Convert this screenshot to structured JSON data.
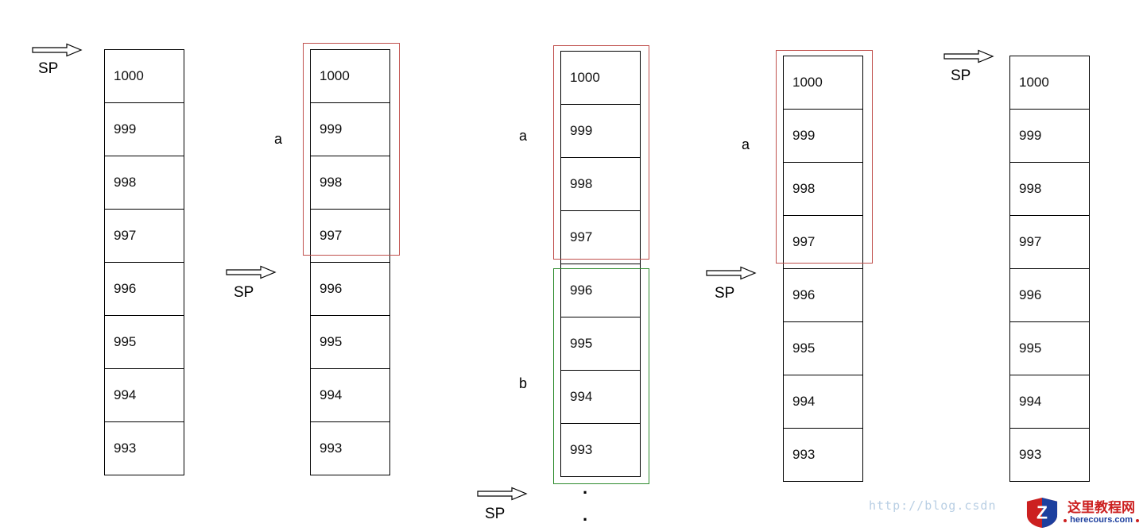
{
  "sp_label": "SP",
  "region_labels": {
    "a": "a",
    "b": "b"
  },
  "stacks": [
    {
      "cells": [
        "1000",
        "999",
        "998",
        "997",
        "996",
        "995",
        "994",
        "993"
      ]
    },
    {
      "cells": [
        "1000",
        "999",
        "998",
        "997",
        "996",
        "995",
        "994",
        "993"
      ]
    },
    {
      "cells": [
        "1000",
        "999",
        "998",
        "997",
        "996",
        "995",
        "994",
        "993"
      ]
    },
    {
      "cells": [
        "1000",
        "999",
        "998",
        "997",
        "996",
        "995",
        "994",
        "993"
      ]
    },
    {
      "cells": [
        "1000",
        "999",
        "998",
        "997",
        "996",
        "995",
        "994",
        "993"
      ]
    }
  ],
  "dots": [
    ".",
    "."
  ],
  "watermark": "http://blog.csdn",
  "logo": {
    "mark": "Z",
    "name": "这里教程网",
    "domain": "herecours.com"
  },
  "colors": {
    "frame_red": "#c0504d",
    "frame_green": "#2e8b2e",
    "watermark_blue": "#b9cfe4",
    "logo_red": "#cc2020",
    "logo_blue": "#1d3f9e"
  }
}
